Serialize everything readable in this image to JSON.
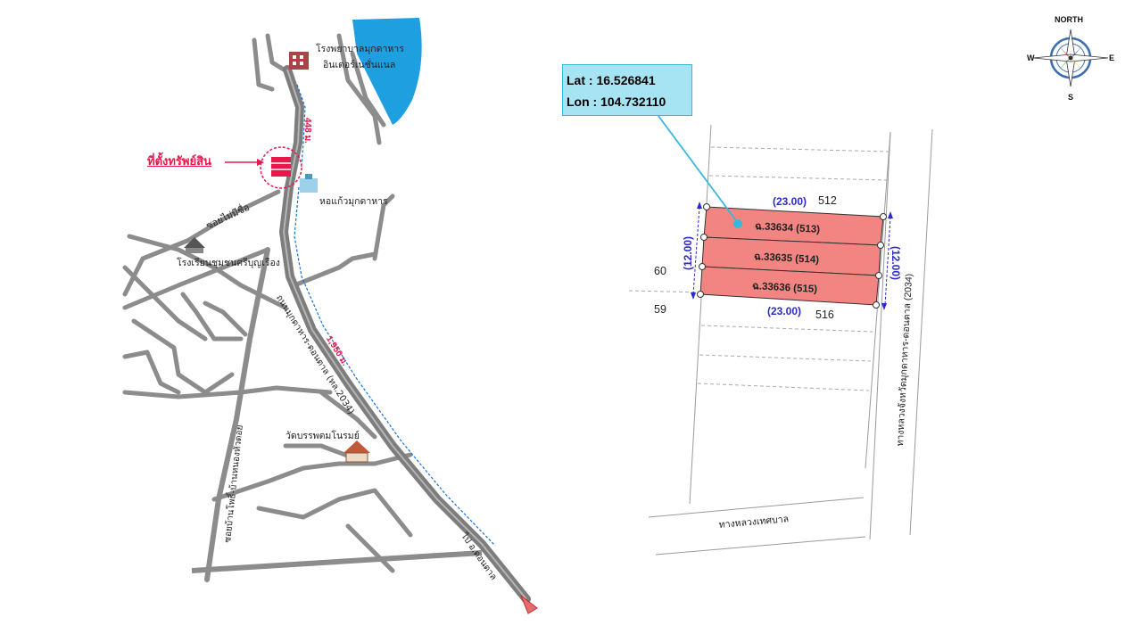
{
  "coords": {
    "lat": "Lat : 16.526841",
    "lon": "Lon : 104.732110"
  },
  "compass": {
    "north": "NORTH",
    "south": "S",
    "east": "E",
    "west": "W"
  },
  "left_map": {
    "hospital_line1": "โรงพยาบาลมุกดาหาร",
    "hospital_line2": "อินเตอร์เนชั่นแนล",
    "property_label": "ที่ตั้งทรัพย์สิน",
    "tower_label": "หอแก้วมุกดาหาร",
    "soi_label": "ซอยไม่มีชื่อ",
    "school_label": "โรงเรียนชุมชนศรีบุญเรือง",
    "main_road_label": "ถนนมุกดาหาร-ดอนตาล (ทล.2034)",
    "temple_label": "วัดบรรพตมโนรมย์",
    "side_road_label": "ซอยบ้านโพธิ์-บ้านหนองหัวดอย",
    "to_label": "ไป อ.ดอนตาล",
    "distance_1": "448 ม.",
    "distance_2": "1,950 ม."
  },
  "right_map": {
    "plot_512": "512",
    "plot_516": "516",
    "plot_60": "60",
    "plot_59": "59",
    "dim_top": "(23.00)",
    "dim_bottom": "(23.00)",
    "dim_left": "(12.00)",
    "dim_right": "(12.00)",
    "parcels": [
      "ฉ.33634 (513)",
      "ฉ.33635 (514)",
      "ฉ.33636 (515)"
    ],
    "highway_label": "ทางหลวงจังหวัดมุกดาหาร-ดอนตาล (2034)",
    "municipal_road_label": "ทางหลวงเทศบาล"
  },
  "colors": {
    "parcel_fill": "#f28482",
    "callout_fill": "#a6e3f3",
    "water": "#1e9fe0",
    "road": "#8a8a8a",
    "highlight": "#e8184a"
  }
}
